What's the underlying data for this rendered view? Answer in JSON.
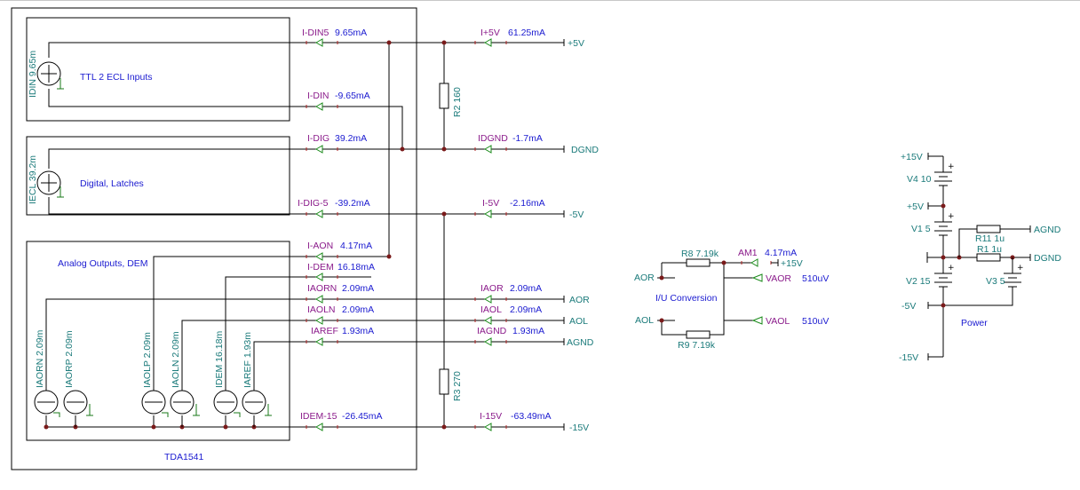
{
  "tda": {
    "name": "TDA1541",
    "block_ttl": "TTL 2 ECL Inputs",
    "block_digital": "Digital, Latches",
    "block_analog": "Analog Outputs, DEM",
    "src_idin": "IDIN 9.65m",
    "src_iecl": "IECL 39.2m",
    "src_iaorn": "IAORN 2.09m",
    "src_iaorp": "IAORP 2.09m",
    "src_iaolp": "IAOLP 2.09m",
    "src_iaoln": "IAOLN 2.09m",
    "src_idem": "IDEM 16.18m",
    "src_iaref": "IAREF 1.93m"
  },
  "meters": [
    {
      "name": "I-DIN5",
      "value": "9.65mA"
    },
    {
      "name": "I-DIN",
      "value": "-9.65mA"
    },
    {
      "name": "I-DIG",
      "value": "39.2mA"
    },
    {
      "name": "I-DIG-5",
      "value": "-39.2mA"
    },
    {
      "name": "I-AON",
      "value": "4.17mA"
    },
    {
      "name": "I-DEM",
      "value": "16.18mA"
    },
    {
      "name": "IAORN",
      "value": "2.09mA"
    },
    {
      "name": "IAOLN",
      "value": "2.09mA"
    },
    {
      "name": "IAREF",
      "value": "1.93mA"
    },
    {
      "name": "IDEM-15",
      "value": "-26.45mA"
    },
    {
      "name": "I+5V",
      "value": "61.25mA"
    },
    {
      "name": "IDGND",
      "value": "-1.7mA"
    },
    {
      "name": "I-5V",
      "value": "-2.16mA"
    },
    {
      "name": "IAOR",
      "value": "2.09mA"
    },
    {
      "name": "IAOL",
      "value": "2.09mA"
    },
    {
      "name": "IAGND",
      "value": "1.93mA"
    },
    {
      "name": "I-15V",
      "value": "-63.49mA"
    }
  ],
  "resistors": {
    "r2": "R2 160",
    "r3": "R3 270",
    "r8": "R8 7.19k",
    "r9": "R9 7.19k",
    "r11": "R11 1u",
    "r1": "R1 1u"
  },
  "ports": {
    "p5v": "+5V",
    "dgnd": "DGND",
    "m5v": "-5V",
    "aor": "AOR",
    "aol": "AOL",
    "agnd": "AGND",
    "m15v": "-15V"
  },
  "iv": {
    "title": "I/U Conversion",
    "aor": "AOR",
    "aol": "AOL",
    "am1": "AM1",
    "am1_value": "4.17mA",
    "p15v": "+15V",
    "vaor": "VAOR",
    "vaor_value": "510uV",
    "vaol": "VAOL",
    "vaol_value": "510uV"
  },
  "power": {
    "title": "Power",
    "p15v": "+15V",
    "v4": "V4 10",
    "p5v": "+5V",
    "v1": "V1 5",
    "v2": "V2 15",
    "v3": "V3 5",
    "m5v": "-5V",
    "m15v": "-15V",
    "agnd": "AGND",
    "dgnd": "DGND",
    "plus": "+"
  }
}
